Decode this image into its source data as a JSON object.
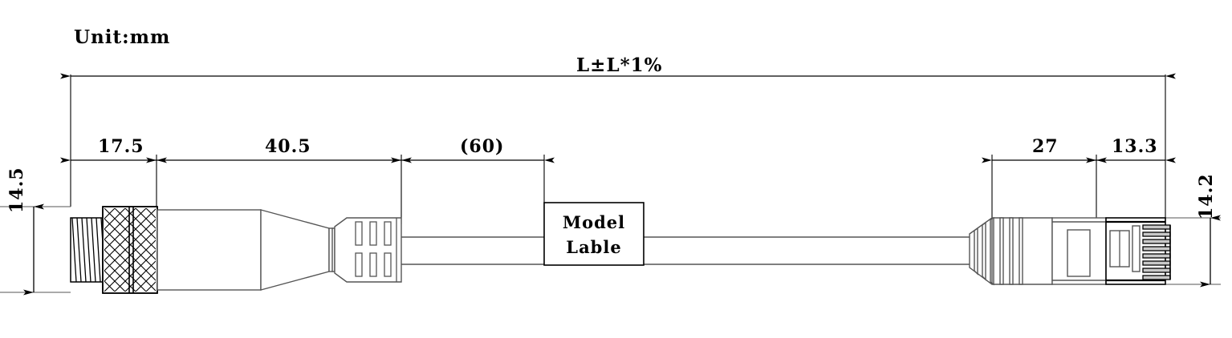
{
  "drawing": {
    "unit_note": "Unit:mm",
    "overall_dimension": "L±L*1%",
    "label_box": {
      "line1": "Model",
      "line2": "Lable"
    },
    "linear_dimensions": [
      {
        "name": "m12-thread-nut-length",
        "value": "17.5"
      },
      {
        "name": "m12-body-length",
        "value": "40.5"
      },
      {
        "name": "cable-to-label-length",
        "value": "(60)"
      },
      {
        "name": "rj45-boot-length",
        "value": "27"
      },
      {
        "name": "rj45-plug-length",
        "value": "13.3"
      }
    ],
    "vertical_dimensions": [
      {
        "name": "m12-connector-diameter",
        "value": "14.5"
      },
      {
        "name": "rj45-plug-height",
        "value": "14.2"
      }
    ],
    "colors": {
      "line": "#000000",
      "thin_line": "#555555",
      "background": "#ffffff"
    }
  }
}
